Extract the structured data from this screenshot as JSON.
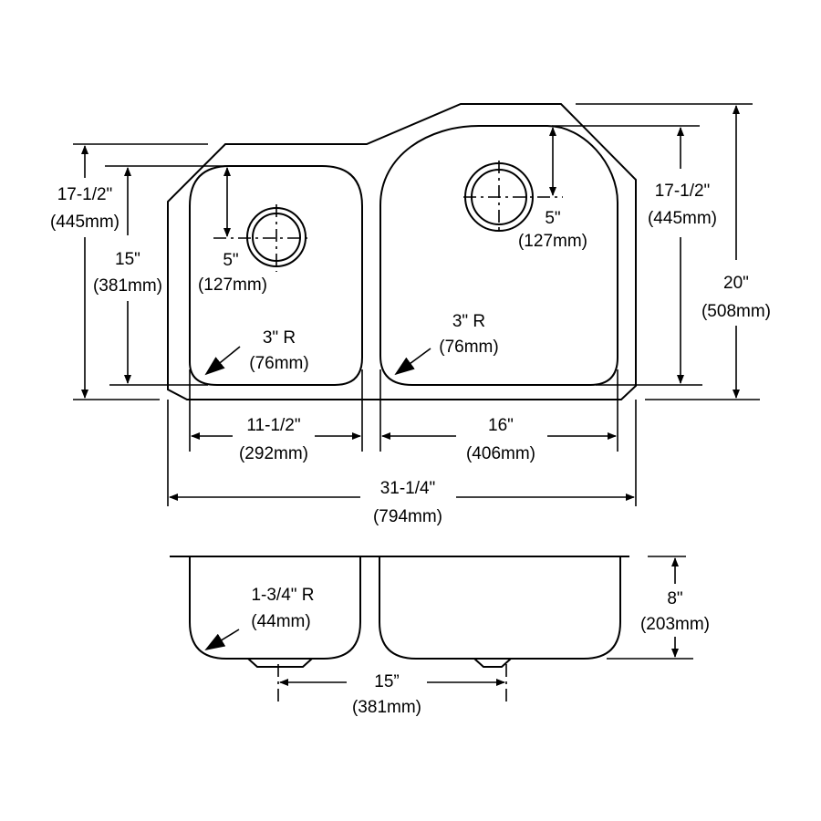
{
  "colors": {
    "line": "#000000",
    "background": "#ffffff"
  },
  "top_view": {
    "overall_depth": {
      "inch": "17-1/2\"",
      "mm": "(445mm)"
    },
    "left_bowl_depth": {
      "inch": "15\"",
      "mm": "(381mm)"
    },
    "left_drain_offset": {
      "inch": "5\"",
      "mm": "(127mm)"
    },
    "right_drain_offset": {
      "inch": "5\"",
      "mm": "(127mm)"
    },
    "right_bowl_depth": {
      "inch": "17-1/2\"",
      "mm": "(445mm)"
    },
    "overall_height": {
      "inch": "20\"",
      "mm": "(508mm)"
    },
    "left_radius": {
      "inch": "3\" R",
      "mm": "(76mm)"
    },
    "right_radius": {
      "inch": "3\" R",
      "mm": "(76mm)"
    },
    "left_bowl_width": {
      "inch": "11-1/2\"",
      "mm": "(292mm)"
    },
    "right_bowl_width": {
      "inch": "16\"",
      "mm": "(406mm)"
    },
    "overall_width": {
      "inch": "31-1/4\"",
      "mm": "(794mm)"
    }
  },
  "side_view": {
    "radius": {
      "inch": "1-3/4\" R",
      "mm": "(44mm)"
    },
    "bowl_depth": {
      "inch": "8\"",
      "mm": "(203mm)"
    },
    "drain_spacing": {
      "inch": "15”",
      "mm": "(381mm)"
    }
  }
}
